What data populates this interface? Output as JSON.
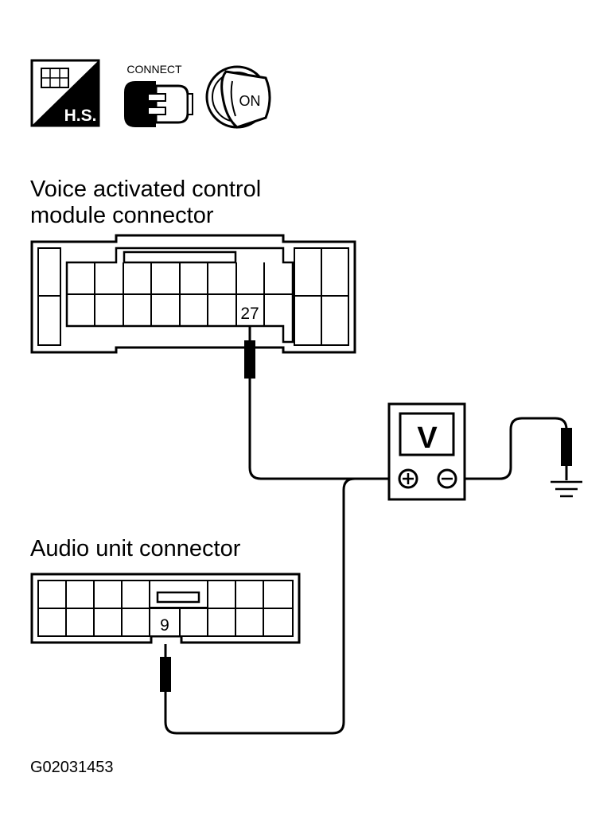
{
  "icons": {
    "hs_label": "H.S.",
    "connect_label": "CONNECT",
    "ignition_label": "ON"
  },
  "vacm_connector": {
    "title_line1": "Voice activated control",
    "title_line2": "module connector",
    "terminal": "27"
  },
  "meter": {
    "label": "V"
  },
  "audio_connector": {
    "title": "Audio unit connector",
    "terminal": "9"
  },
  "figure_id": "G02031453"
}
